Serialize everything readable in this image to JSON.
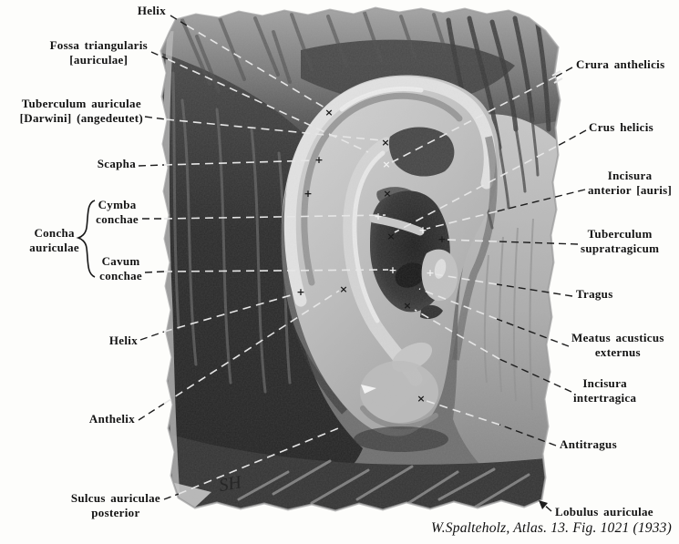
{
  "caption": "W.Spalteholz, Atlas. 13. Fig. 1021 (1933)",
  "monogram": "SH",
  "markers": {
    "x_glyph": "×",
    "plus_glyph": "+"
  },
  "labels": {
    "left": [
      {
        "name": "helix-top",
        "lines": [
          "Helix"
        ]
      },
      {
        "name": "fossa-triangularis",
        "lines": [
          "Fossa triangularis",
          "[auriculae]"
        ]
      },
      {
        "name": "tuberculum-auriculae",
        "lines": [
          "Tuberculum auriculae",
          "[Darwini] (angedeutet)"
        ]
      },
      {
        "name": "scapha",
        "lines": [
          "Scapha"
        ]
      },
      {
        "name": "cymba-conchae",
        "lines": [
          "Cymba",
          "conchae"
        ]
      },
      {
        "name": "concha-auriculae",
        "lines": [
          "Concha",
          "auriculae"
        ]
      },
      {
        "name": "cavum-conchae",
        "lines": [
          "Cavum",
          "conchae"
        ]
      },
      {
        "name": "helix-lower",
        "lines": [
          "Helix"
        ]
      },
      {
        "name": "anthelix",
        "lines": [
          "Anthelix"
        ]
      },
      {
        "name": "sulcus-auriculae-posterior",
        "lines": [
          "Sulcus auriculae",
          "posterior"
        ]
      }
    ],
    "right": [
      {
        "name": "crura-anthelicis",
        "lines": [
          "Crura anthelicis"
        ]
      },
      {
        "name": "crus-helicis",
        "lines": [
          "Crus helicis"
        ]
      },
      {
        "name": "incisura-anterior",
        "lines": [
          "Incisura",
          "anterior [auris]"
        ]
      },
      {
        "name": "tuberculum-supratragicum",
        "lines": [
          "Tuberculum",
          "supratragicum"
        ]
      },
      {
        "name": "tragus",
        "lines": [
          "Tragus"
        ]
      },
      {
        "name": "meatus-acusticus-externus",
        "lines": [
          "Meatus acusticus",
          "externus"
        ]
      },
      {
        "name": "incisura-intertragica",
        "lines": [
          "Incisura",
          "intertragica"
        ]
      },
      {
        "name": "antitragus",
        "lines": [
          "Antitragus"
        ]
      },
      {
        "name": "lobulus-auriculae",
        "lines": [
          "Lobulus auriculae"
        ]
      }
    ]
  }
}
